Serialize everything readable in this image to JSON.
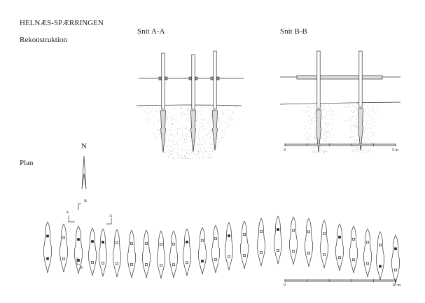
{
  "title": "HELNÆS-SPÆRRINGEN",
  "subtitle": "Rekonstruktion",
  "section_a": "Snit A-A",
  "section_b": "Snit B-B",
  "plan_label": "Plan",
  "north": "N",
  "scale_small": {
    "start": "0",
    "end": "5 m"
  },
  "scale_large": {
    "start": "0",
    "end": "10 m"
  },
  "cut_labels": {
    "a": "A",
    "b": "B"
  },
  "pits_filled": [
    [
      1,
      1
    ],
    [
      0,
      0
    ],
    [
      1,
      1
    ],
    [
      1,
      0
    ],
    [
      1,
      0
    ],
    [
      0,
      0
    ],
    [
      0,
      0
    ],
    [
      0,
      0
    ],
    [
      0,
      0
    ],
    [
      0,
      0
    ],
    [
      1,
      0
    ],
    [
      0,
      1
    ],
    [
      0,
      0
    ],
    [
      1,
      0
    ],
    [
      0,
      0
    ],
    [
      0,
      0
    ],
    [
      1,
      0
    ],
    [
      0,
      0
    ],
    [
      0,
      0
    ],
    [
      0,
      0
    ],
    [
      1,
      0
    ],
    [
      0,
      0
    ],
    [
      0,
      0
    ],
    [
      0,
      1
    ],
    [
      1,
      0
    ]
  ]
}
